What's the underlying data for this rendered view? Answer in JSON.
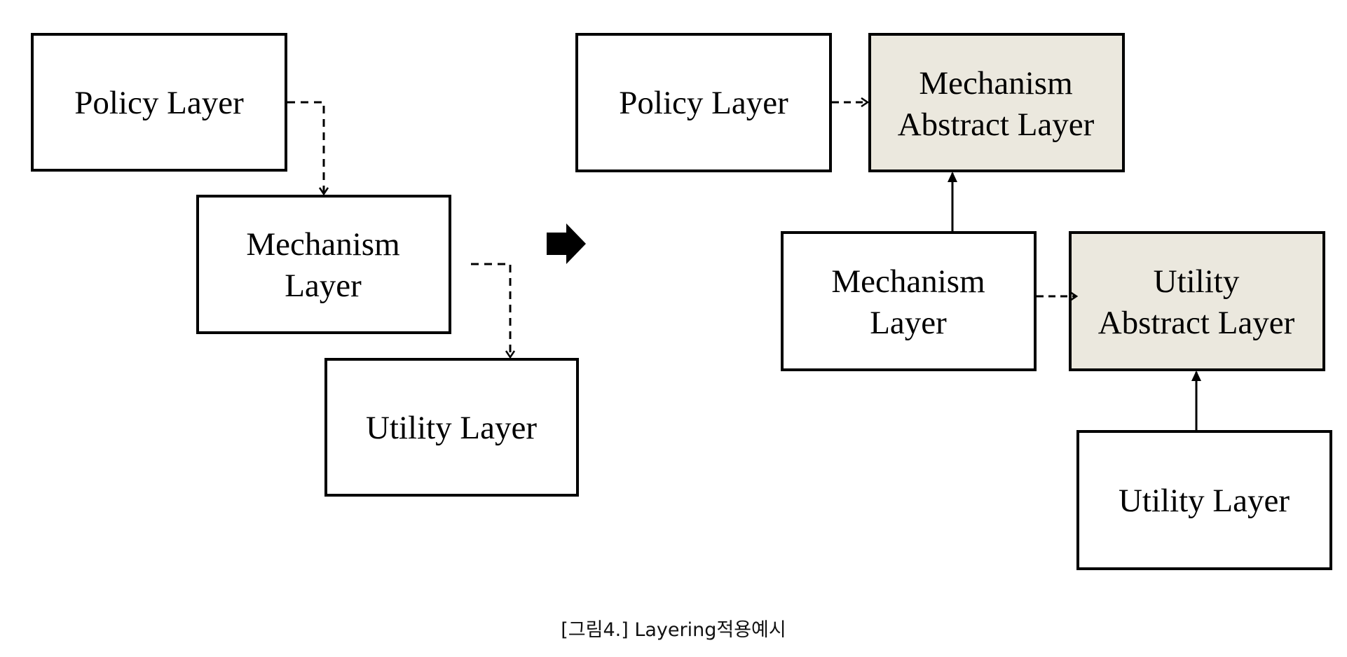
{
  "diagram": {
    "before": {
      "policy_layer": "Policy Layer",
      "mechanism_layer_line1": "Mechanism",
      "mechanism_layer_line2": "Layer",
      "utility_layer": "Utility Layer"
    },
    "after": {
      "policy_layer": "Policy Layer",
      "mechanism_abstract_line1": "Mechanism",
      "mechanism_abstract_line2": "Abstract Layer",
      "mechanism_layer_line1": "Mechanism",
      "mechanism_layer_line2": "Layer",
      "utility_abstract_line1": "Utility",
      "utility_abstract_line2": "Abstract Layer",
      "utility_layer": "Utility Layer"
    },
    "transition_icon": "right-arrow-icon"
  },
  "caption": "[그림4.] Layering적용예시",
  "colors": {
    "box_fill": "#ffffff",
    "abstract_fill": "#ebe8de",
    "stroke": "#000000"
  }
}
